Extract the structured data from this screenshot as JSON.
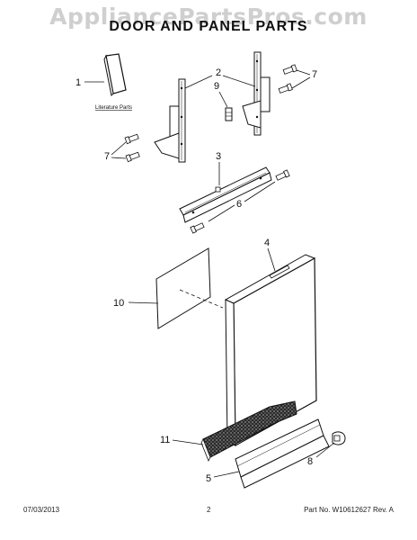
{
  "watermark": "AppliancePartsPros.com",
  "title": "DOOR AND PANEL PARTS",
  "callouts": {
    "c1": "1",
    "c2": "2",
    "c3": "3",
    "c4": "4",
    "c5": "5",
    "c6": "6",
    "c7a": "7",
    "c7b": "7",
    "c8": "8",
    "c9": "9",
    "c10": "10",
    "c11": "11"
  },
  "literature_label": "Literature Parts",
  "footer": {
    "date": "07/03/2013",
    "page": "2",
    "part_info": "Part No. W10612627 Rev. A"
  },
  "colors": {
    "line": "#111111",
    "insulation_fill": "#2a2a2a",
    "watermark": "#cfcfcf"
  }
}
